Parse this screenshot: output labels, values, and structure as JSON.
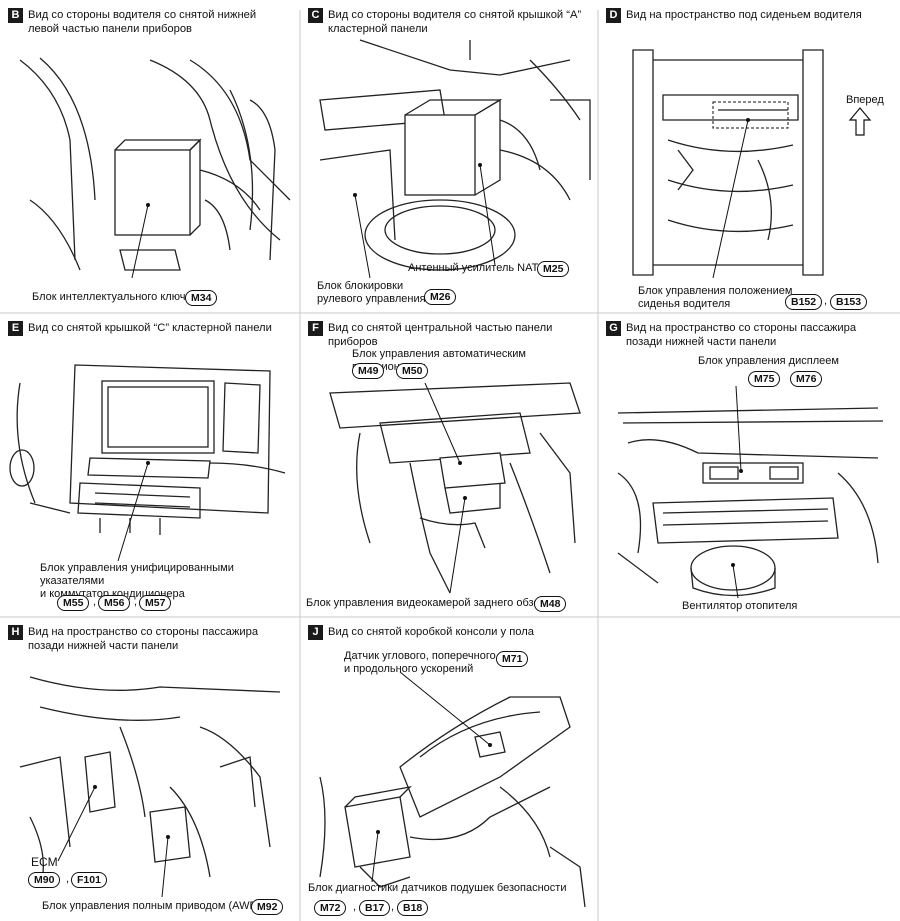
{
  "panels": [
    {
      "letter": "B",
      "title": "Вид со стороны водителя со снятой нижней\nлевой частью панели приборов",
      "labels": [
        "Блок интеллектуального ключа"
      ],
      "codes": [
        "M34"
      ]
    },
    {
      "letter": "C",
      "title": "Вид со стороны водителя со снятой крышкой “A”\nкластерной панели",
      "labels": [
        "Антенный усилитель NATS",
        "Блок блокировки\nрулевого управления"
      ],
      "codes": [
        "M25",
        "M26"
      ]
    },
    {
      "letter": "D",
      "title": "Вид на пространство под сиденьем водителя",
      "labels": [
        "Вперед",
        "Блок управления положением\nсиденья водителя"
      ],
      "codes": [
        "B152",
        "B153"
      ]
    },
    {
      "letter": "E",
      "title": "Вид со снятой крышкой “C” кластерной панели",
      "labels": [
        "Блок управления унифицированными указателями\nи коммутатор кондиционера"
      ],
      "codes": [
        "M55",
        "M56",
        "M57"
      ]
    },
    {
      "letter": "F",
      "title": "Вид со снятой центральной частью панели приборов",
      "labels": [
        "Блок управления автоматическим позиционером",
        "Блок управления видеокамерой заднего обзора"
      ],
      "codes": [
        "M49",
        "M50",
        "M48"
      ]
    },
    {
      "letter": "G",
      "title": "Вид на пространство со стороны пассажира\nпозади нижней части панели",
      "labels": [
        "Блок управления дисплеем",
        "Вентилятор отопителя"
      ],
      "codes": [
        "M75",
        "M76"
      ]
    },
    {
      "letter": "H",
      "title": "Вид на пространство со стороны пассажира\nпозади нижней части панели",
      "labels": [
        "ECM",
        "Блок управления полным приводом (AWD)"
      ],
      "codes": [
        "M90",
        "F101",
        "M92"
      ]
    },
    {
      "letter": "J",
      "title": "Вид со снятой коробкой консоли у пола",
      "labels": [
        "Датчик углового, поперечного\nи продольного ускорений",
        "Блок диагностики датчиков подушек безопасности"
      ],
      "codes": [
        "M71",
        "M72",
        "B17",
        "B18"
      ]
    }
  ],
  "separator": ","
}
